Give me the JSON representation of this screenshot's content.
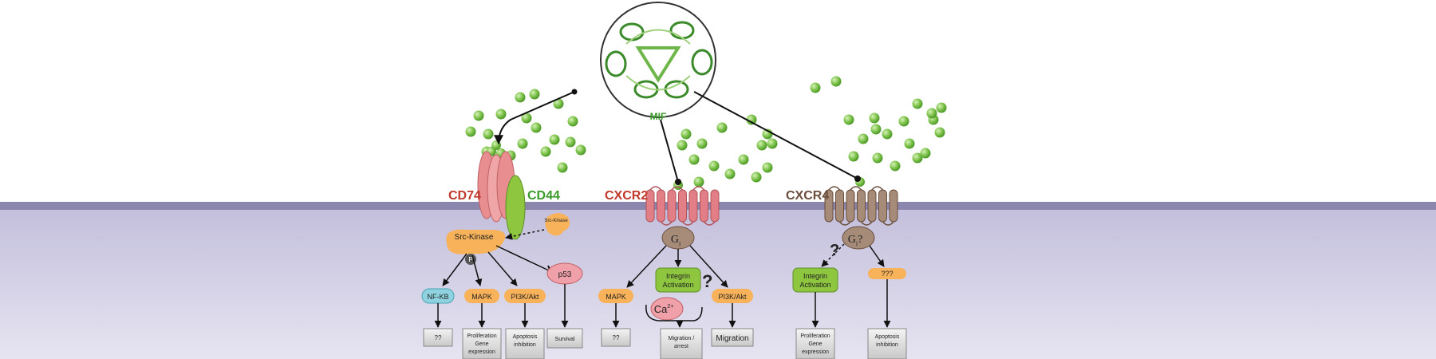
{
  "mif": {
    "label": "MIF"
  },
  "receptors": {
    "cd74": "CD74",
    "cd44": "CD44",
    "cxcr2": "CXCR2",
    "cxcr4": "CXCR4"
  },
  "left_pathway": {
    "src_kinase": "Src-Kinase",
    "src_kinase_small": "Src-Kinase",
    "phospho": "P",
    "nfkb": "NF-KB",
    "mapk": "MAPK",
    "pi3k": "PI3K/Akt",
    "p53": "p53",
    "out_nfkb": "??",
    "out_mapk": [
      "Proliferation",
      "Gene",
      "expression"
    ],
    "out_pi3k": [
      "Apoptosis",
      "inhibition"
    ],
    "out_p53": "Survival"
  },
  "mid_pathway": {
    "gi": "G",
    "gi_sub": "i",
    "integrin": [
      "Integrin",
      "Activation"
    ],
    "question": "?",
    "calcium": "Ca",
    "calcium_sup": "2+",
    "mapk": "MAPK",
    "pi3k": "PI3K/Akt",
    "out_mapk": "??",
    "out_migration_arrest": [
      "Migration /",
      "arrest"
    ],
    "out_migration": "Migration"
  },
  "right_pathway": {
    "gi": "G",
    "gi_sub": "i",
    "gi_question": "?",
    "question": "?",
    "integrin": [
      "Integrin",
      "Activation"
    ],
    "unknown": "???",
    "out_integrin": [
      "Proliferation",
      "Gene",
      "expression"
    ],
    "out_unknown": [
      "Apoptosis",
      "inhibition"
    ]
  },
  "colors": {
    "membrane": "#8b86ad",
    "cytoplasm": "#d9d6ea",
    "mif_green": "#7cc24a",
    "orange": "#f7b25a",
    "green_box": "#8ec63f",
    "pink": "#f0a0a8",
    "cxcr2": "#e27f86",
    "cxcr4": "#a58b78",
    "cyan": "#8fd3e0",
    "red_label": "#c0392b",
    "green_label": "#3a9a2a",
    "brown_label": "#6b4e3d"
  }
}
